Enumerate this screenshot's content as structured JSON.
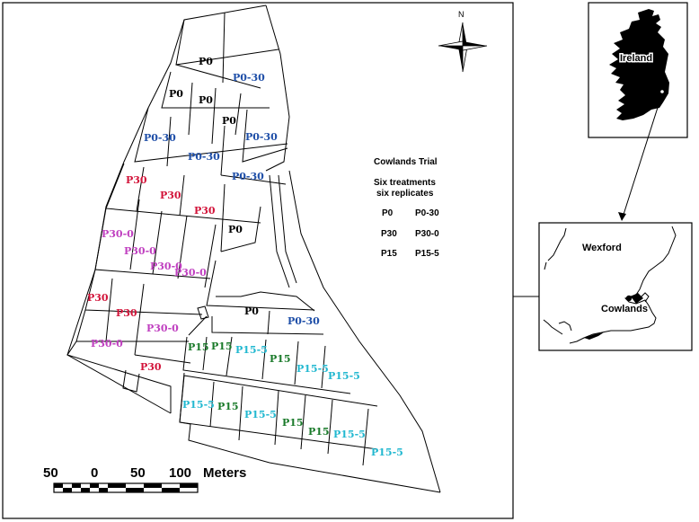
{
  "north": {
    "label": "N"
  },
  "legend": {
    "title": "Cowlands Trial",
    "subtitle_1": "Six treatments",
    "subtitle_2": "six replicates",
    "rows": [
      [
        "P0",
        "P0-30"
      ],
      [
        "P30",
        "P30-0"
      ],
      [
        "P15",
        "P15-5"
      ]
    ]
  },
  "inset_ireland": {
    "label": "Ireland"
  },
  "inset_wexford": {
    "county_label": "Wexford",
    "site_label": "Cowlands"
  },
  "scale_bar": {
    "ticks": [
      "50",
      "0",
      "50",
      "100"
    ],
    "unit": "Meters"
  },
  "colors": {
    "P0": "#000000",
    "P0-30": "#1f4fa8",
    "P30": "#d2143a",
    "P30-0": "#c040c0",
    "P15": "#1a7a2a",
    "P15-5": "#22b8d0"
  },
  "plots": [
    {
      "label": "P0"
    },
    {
      "label": "P0-30"
    },
    {
      "label": "P0"
    },
    {
      "label": "P0"
    },
    {
      "label": "P0"
    },
    {
      "label": "P0-30"
    },
    {
      "label": "P0-30"
    },
    {
      "label": "P0-30"
    },
    {
      "label": "P0-30"
    },
    {
      "label": "P30"
    },
    {
      "label": "P30"
    },
    {
      "label": "P30"
    },
    {
      "label": "P0"
    },
    {
      "label": "P30-0"
    },
    {
      "label": "P30-0"
    },
    {
      "label": "P30-0"
    },
    {
      "label": "P30-0"
    },
    {
      "label": "P30"
    },
    {
      "label": "P30"
    },
    {
      "label": "P30-0"
    },
    {
      "label": "P30-0"
    },
    {
      "label": "P30"
    },
    {
      "label": "P0"
    },
    {
      "label": "P0-30"
    },
    {
      "label": "P15"
    },
    {
      "label": "P15"
    },
    {
      "label": "P15-5"
    },
    {
      "label": "P15"
    },
    {
      "label": "P15-5"
    },
    {
      "label": "P15-5"
    },
    {
      "label": "P15-5"
    },
    {
      "label": "P15"
    },
    {
      "label": "P15-5"
    },
    {
      "label": "P15"
    },
    {
      "label": "P15"
    },
    {
      "label": "P15-5"
    },
    {
      "label": "P15-5"
    }
  ]
}
